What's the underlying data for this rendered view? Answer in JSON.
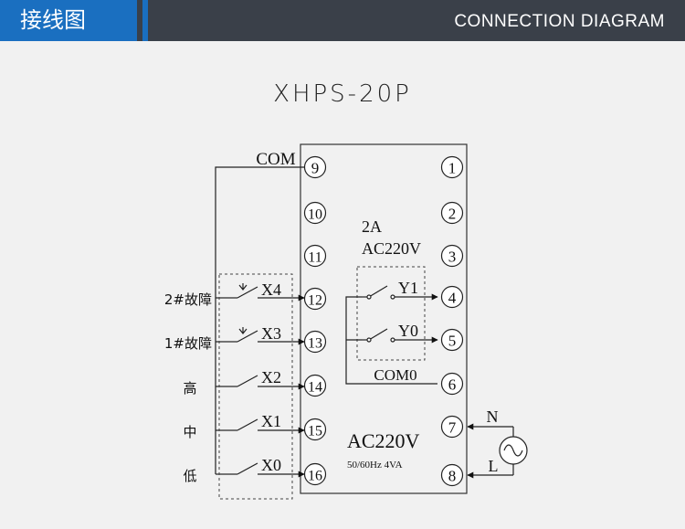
{
  "header": {
    "title": "接线图",
    "subtitle": "CONNECTION DIAGRAM"
  },
  "diagram": {
    "model": "XHPS-20P",
    "left_terminals": [
      "9",
      "10",
      "11",
      "12",
      "13",
      "14",
      "15",
      "16"
    ],
    "right_terminals": [
      "1",
      "2",
      "3",
      "4",
      "5",
      "6",
      "7",
      "8"
    ],
    "com_label": "COM",
    "input_labels": [
      "X4",
      "X3",
      "X2",
      "X1",
      "X0"
    ],
    "input_names": [
      "2#故障",
      "1#故障",
      "高",
      "中",
      "低"
    ],
    "rating_current": "2A",
    "rating_voltage": "AC220V",
    "output_labels": [
      "Y1",
      "Y0"
    ],
    "com0_label": "COM0",
    "power_label": "AC220V",
    "power_spec": "50/60Hz  4VA",
    "n_label": "N",
    "l_label": "L"
  },
  "colors": {
    "header_bg": "#3a4049",
    "header_accent": "#1a6fc0",
    "page_bg": "#f1f1f1",
    "line": "#222222"
  }
}
